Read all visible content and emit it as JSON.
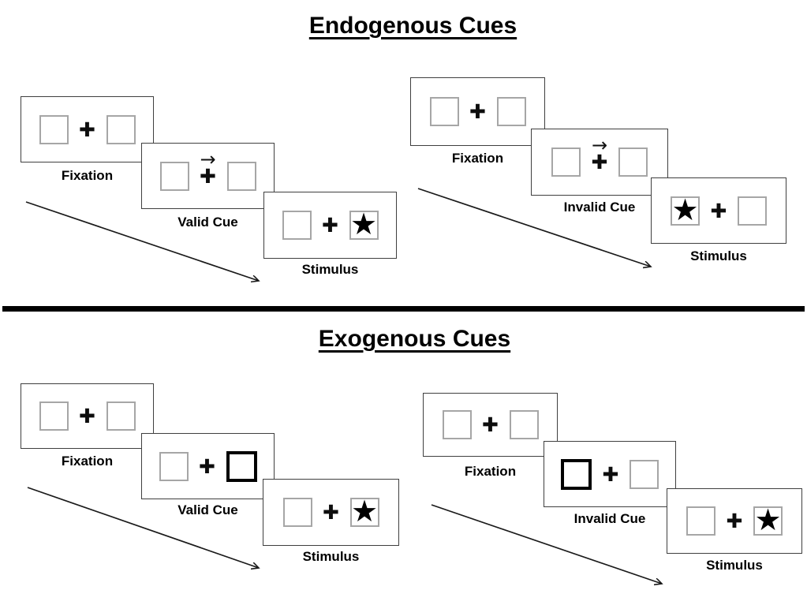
{
  "icons": {
    "fixation_cross": "✚",
    "star": "★",
    "cue_arrow": "→"
  },
  "colors": {
    "ink": "#000000",
    "panel_border": "#3f3f3f",
    "placeholder_box_border": "#a6a6a6",
    "cue_box_border": "#000000"
  },
  "sections": [
    {
      "id": "endogenous",
      "title": "Endogenous Cues",
      "sequences": [
        {
          "id": "valid",
          "panels": [
            {
              "label": "Fixation",
              "cue": "none",
              "star_side": "none"
            },
            {
              "label": "Valid Cue",
              "cue": "central-arrow-right",
              "star_side": "none"
            },
            {
              "label": "Stimulus",
              "cue": "none",
              "star_side": "right"
            }
          ]
        },
        {
          "id": "invalid",
          "panels": [
            {
              "label": "Fixation",
              "cue": "none",
              "star_side": "none"
            },
            {
              "label": "Invalid Cue",
              "cue": "central-arrow-right",
              "star_side": "none"
            },
            {
              "label": "Stimulus",
              "cue": "none",
              "star_side": "left"
            }
          ]
        }
      ]
    },
    {
      "id": "exogenous",
      "title": "Exogenous Cues",
      "sequences": [
        {
          "id": "valid",
          "panels": [
            {
              "label": "Fixation",
              "cue": "none",
              "star_side": "none"
            },
            {
              "label": "Valid Cue",
              "cue": "peripheral-box-right",
              "star_side": "none"
            },
            {
              "label": "Stimulus",
              "cue": "none",
              "star_side": "right"
            }
          ]
        },
        {
          "id": "invalid",
          "panels": [
            {
              "label": "Fixation",
              "cue": "none",
              "star_side": "none"
            },
            {
              "label": "Invalid Cue",
              "cue": "peripheral-box-left",
              "star_side": "none"
            },
            {
              "label": "Stimulus",
              "cue": "none",
              "star_side": "right"
            }
          ]
        }
      ]
    }
  ]
}
